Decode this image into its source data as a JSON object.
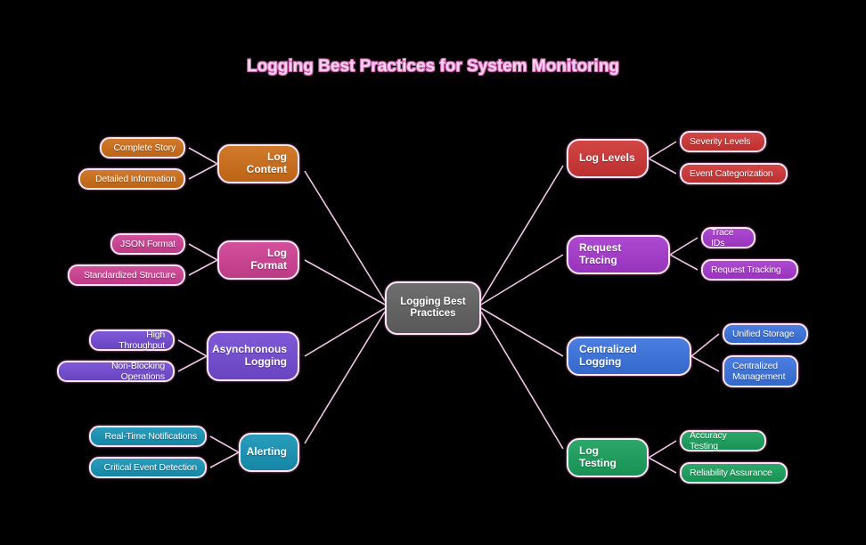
{
  "title": "Logging Best Practices for System Monitoring",
  "center": {
    "label": "Logging Best Practices",
    "color": "#6e6e6e"
  },
  "branches": [
    {
      "id": "log-content",
      "label": "Log Content",
      "side": "left",
      "color": "#d27a2c",
      "children": [
        "Complete Story",
        "Detailed Information"
      ]
    },
    {
      "id": "log-format",
      "label": "Log Format",
      "side": "left",
      "color": "#d2509c",
      "children": [
        "JSON Format",
        "Standardized Structure"
      ]
    },
    {
      "id": "asynchronous-logging",
      "label": "Asynchronous Logging",
      "side": "left",
      "color": "#7e5ad6",
      "children": [
        "High Throughput",
        "Non-Blocking Operations"
      ]
    },
    {
      "id": "alerting",
      "label": "Alerting",
      "side": "left",
      "color": "#2a9cbc",
      "children": [
        "Real-Time Notifications",
        "Critical Event Detection"
      ]
    },
    {
      "id": "log-levels",
      "label": "Log Levels",
      "side": "right",
      "color": "#d24646",
      "children": [
        "Severity Levels",
        "Event Categorization"
      ]
    },
    {
      "id": "request-tracing",
      "label": "Request Tracing",
      "side": "right",
      "color": "#ae4ad2",
      "children": [
        "Trace IDs",
        "Request Tracking"
      ]
    },
    {
      "id": "centralized-logging",
      "label": "Centralized Logging",
      "side": "right",
      "color": "#4a7ee0",
      "children": [
        "Unified Storage",
        "Centralized Management"
      ]
    },
    {
      "id": "log-testing",
      "label": "Log Testing",
      "side": "right",
      "color": "#2ea86a",
      "children": [
        "Accuracy Testing",
        "Reliability Assurance"
      ]
    }
  ],
  "edge_color": "#f4c4e8"
}
